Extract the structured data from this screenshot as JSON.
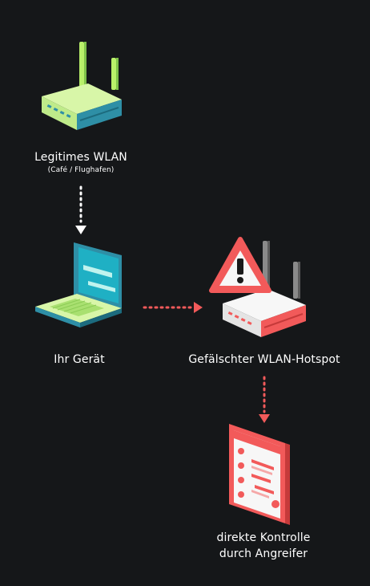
{
  "nodes": {
    "legit_wlan": {
      "title": "Legitimes WLAN",
      "subtitle": "(Café / Flughafen)"
    },
    "device": {
      "title": "Ihr Gerät"
    },
    "fake_hotspot": {
      "title": "Gefälschter WLAN-Hotspot"
    },
    "attacker": {
      "line1": "direkte Kontrolle",
      "line2": "durch Angreifer"
    }
  },
  "colors": {
    "background": "#151719",
    "safe_body": "#d8f6a8",
    "safe_accent": "#2e8fa6",
    "danger": "#f25a5a",
    "danger_light": "#f7f7f7",
    "warning_icon": "warning-triangle-icon",
    "white_arrow": "#ffffff"
  }
}
